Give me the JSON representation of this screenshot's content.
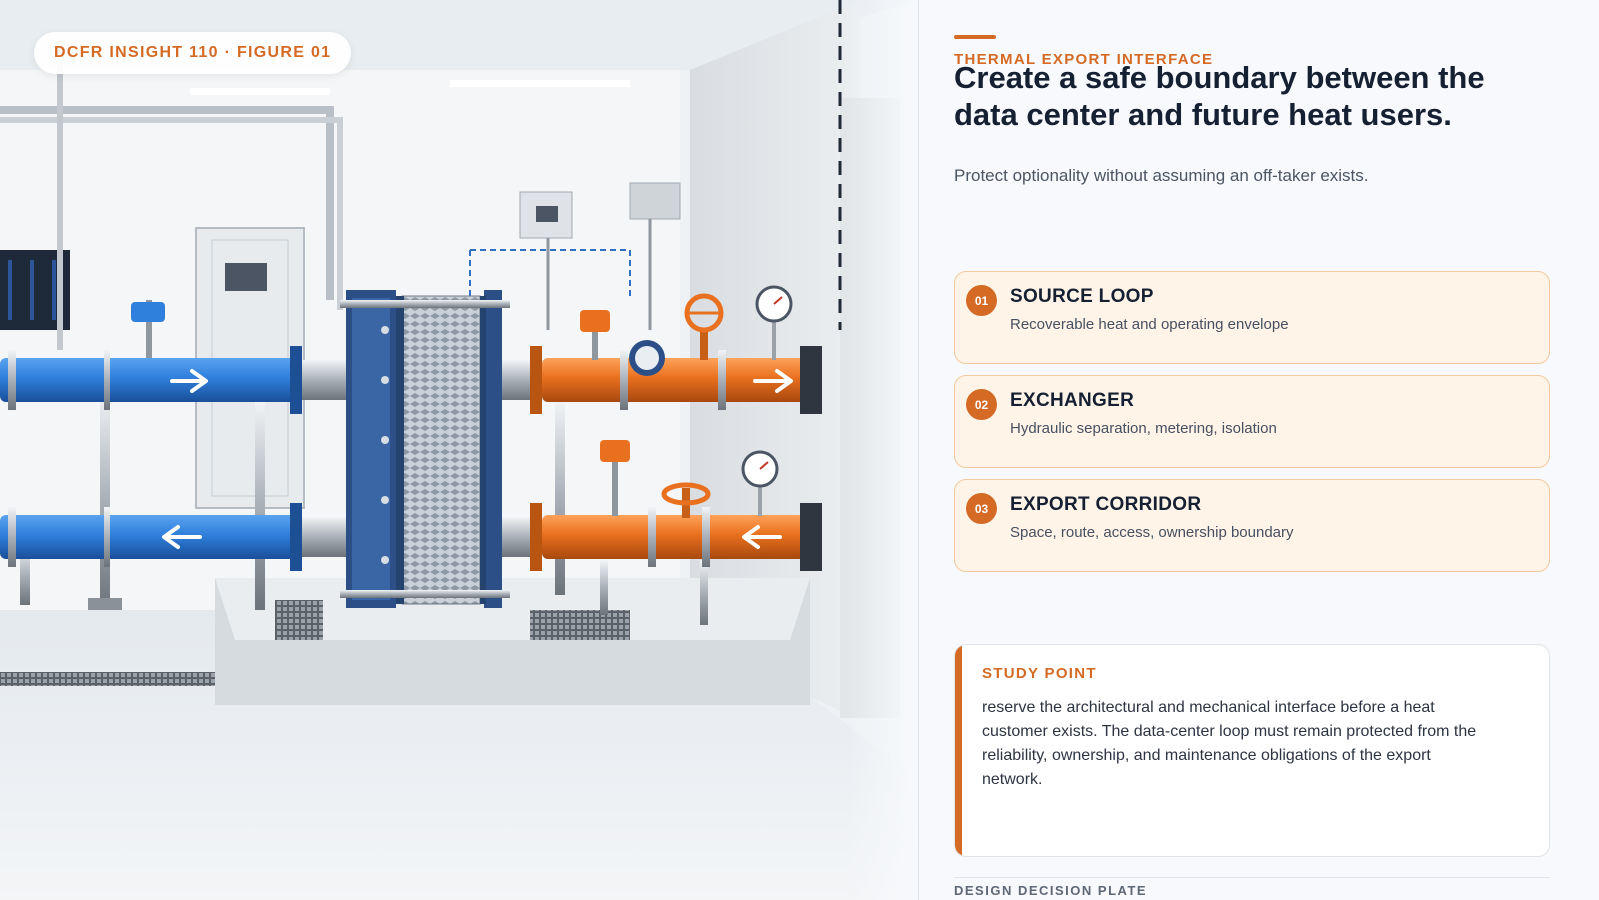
{
  "figure": {
    "badge": "DCFR INSIGHT 110 · FIGURE 01"
  },
  "header": {
    "kicker": "THERMAL EXPORT INTERFACE",
    "headline": "Create a safe boundary between the data center and future heat users.",
    "subline": "Protect optionality without assuming an off-taker exists."
  },
  "steps": [
    {
      "number": "01",
      "title": "SOURCE LOOP",
      "description": "Recoverable heat and operating envelope"
    },
    {
      "number": "02",
      "title": "EXCHANGER",
      "description": "Hydraulic separation, metering, isolation"
    },
    {
      "number": "03",
      "title": "EXPORT CORRIDOR",
      "description": "Space, route, access, ownership boundary"
    }
  ],
  "study_point": {
    "label": "STUDY POINT",
    "text": "reserve the architectural and mechanical interface before a heat customer exists. The data-center loop must remain protected from the reliability, ownership, and maintenance obligations of the export network."
  },
  "footer": {
    "label": "DESIGN DECISION PLATE"
  },
  "colors": {
    "accent": "#d56a25",
    "source_loop_pipe": "#2f7fdc",
    "export_loop_pipe": "#e8701e",
    "exchanger_frame": "#2b4f86",
    "heading": "#162033"
  },
  "icons": {
    "flow_arrows": [
      "arrow-right-icon",
      "arrow-left-icon"
    ],
    "gauges": "pressure-gauge-icon"
  }
}
